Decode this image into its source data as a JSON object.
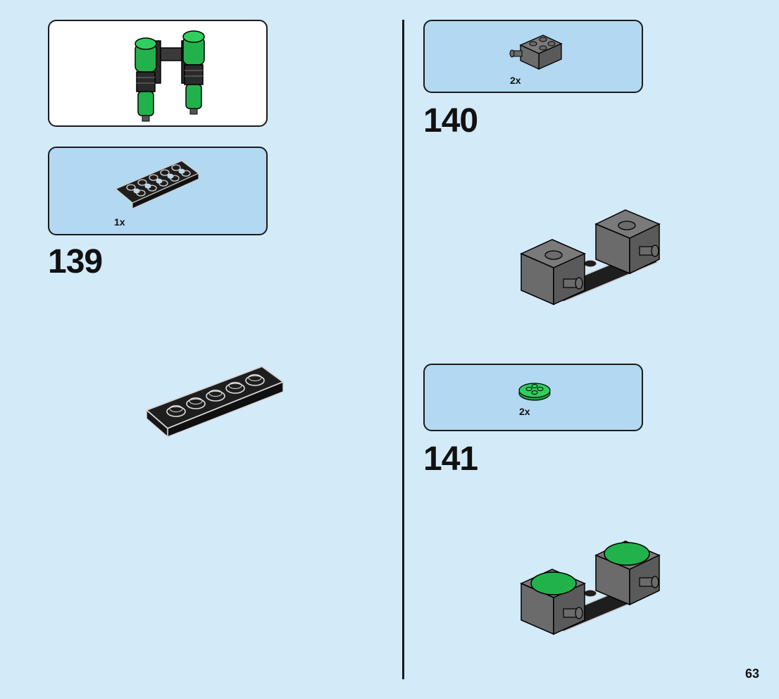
{
  "page_number": "63",
  "left_column": {
    "step_139": {
      "number": "139",
      "parts_callout": {
        "quantity": "1x",
        "part_icon": "black-technic-plate-2x6"
      },
      "submodel_callout": {
        "part_icon": "green-jet-engines-submodel"
      },
      "build_icon": "black-plate-1x6-placed"
    }
  },
  "right_column": {
    "step_140": {
      "number": "140",
      "parts_callout": {
        "quantity": "2x",
        "part_icon": "dark-gray-brick-2x2-with-pin"
      },
      "build_icon": "gray-bricks-with-pins-on-plate"
    },
    "step_141": {
      "number": "141",
      "parts_callout": {
        "quantity": "2x",
        "part_icon": "green-round-plate-2x2"
      },
      "build_icon": "green-round-plates-on-bricks"
    }
  },
  "colors": {
    "page_background": "#d3eaf9",
    "callout_background": "#b3d8f2",
    "submodel_background": "#ffffff",
    "lego_green": "#22b24c",
    "lego_dark_gray": "#6b6b6b",
    "lego_black": "#1e1e1e"
  }
}
